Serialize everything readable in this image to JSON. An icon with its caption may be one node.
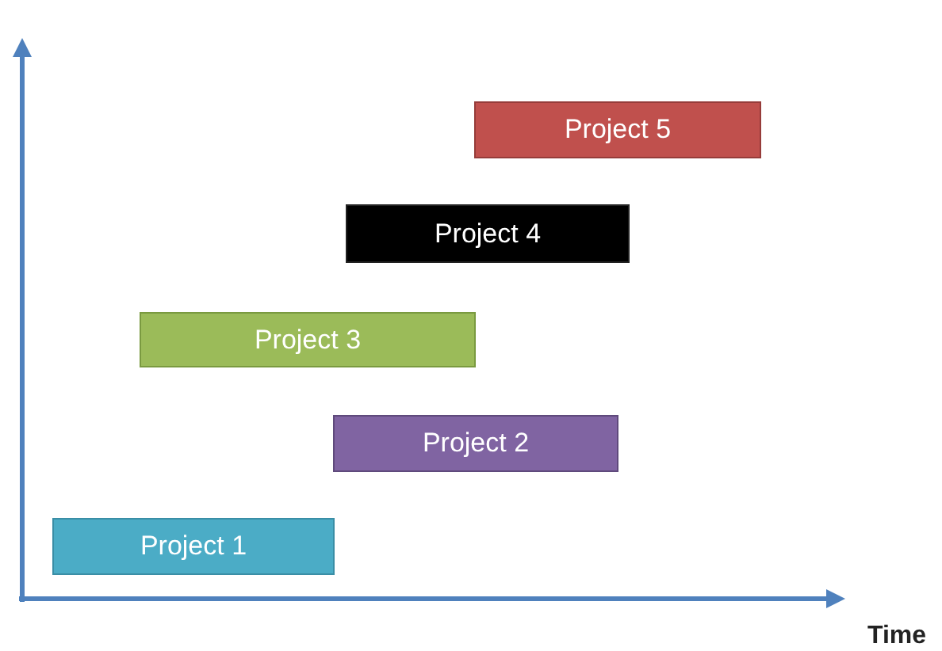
{
  "diagram": {
    "nodes": [
      {
        "text": [
          "Project 1"
        ]
      },
      {
        "text": [
          "Project 2"
        ]
      },
      {
        "text": [
          "Project 3"
        ]
      },
      {
        "text": [
          "Project 4"
        ]
      },
      {
        "text": [
          "Project 5"
        ]
      }
    ],
    "labels": [
      "Time"
    ]
  }
}
